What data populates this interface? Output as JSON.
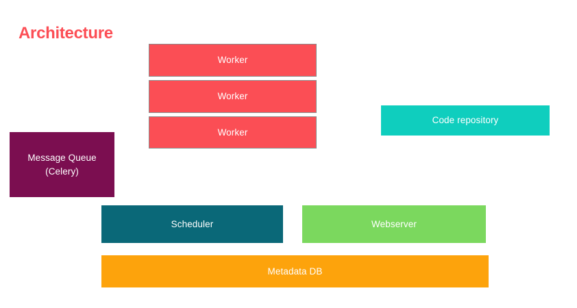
{
  "slide": {
    "title": "Architecture",
    "title_color": "#fc4e55",
    "background_color": "#ffffff"
  },
  "nodes": {
    "worker_1": {
      "label": "Worker",
      "color": "#fb4e55",
      "text_color": "#ffffff"
    },
    "worker_2": {
      "label": "Worker",
      "color": "#fb4e55",
      "text_color": "#ffffff"
    },
    "worker_3": {
      "label": "Worker",
      "color": "#fb4e55",
      "text_color": "#ffffff"
    },
    "message_queue": {
      "label": "Message Queue\n(Celery)",
      "color": "#7b0e50",
      "text_color": "#ffffff"
    },
    "code_repository": {
      "label": "Code repository",
      "color": "#0fcebe",
      "text_color": "#ffffff"
    },
    "scheduler": {
      "label": "Scheduler",
      "color": "#0a6878",
      "text_color": "#ffffff"
    },
    "webserver": {
      "label": "Webserver",
      "color": "#7bd85e",
      "text_color": "#ffffff"
    },
    "metadata_db": {
      "label": "Metadata DB",
      "color": "#fda30c",
      "text_color": "#ffffff"
    }
  }
}
